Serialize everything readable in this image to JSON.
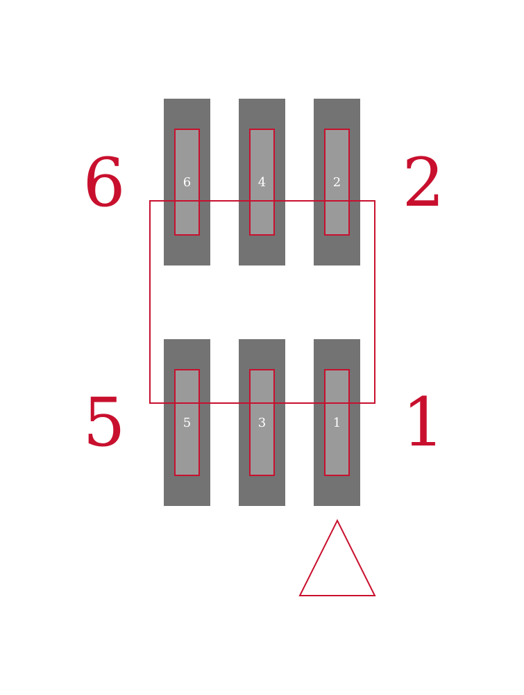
{
  "colors": {
    "pad_outer": "#737373",
    "pad_inner": "#9a9a9a",
    "outline": "#c8102e",
    "pad_text": "#ffffff",
    "background": "#ffffff"
  },
  "pins": [
    {
      "id": "6",
      "pad_label": "6",
      "row": "top",
      "col": 0
    },
    {
      "id": "4",
      "pad_label": "4",
      "row": "top",
      "col": 1
    },
    {
      "id": "2",
      "pad_label": "2",
      "row": "top",
      "col": 2
    },
    {
      "id": "5",
      "pad_label": "5",
      "row": "bottom",
      "col": 0
    },
    {
      "id": "3",
      "pad_label": "3",
      "row": "bottom",
      "col": 1
    },
    {
      "id": "1",
      "pad_label": "1",
      "row": "bottom",
      "col": 2
    }
  ],
  "corner_labels": {
    "top_left": "6",
    "top_right": "2",
    "bottom_left": "5",
    "bottom_right": "1"
  },
  "pin1_marker": "triangle-icon"
}
